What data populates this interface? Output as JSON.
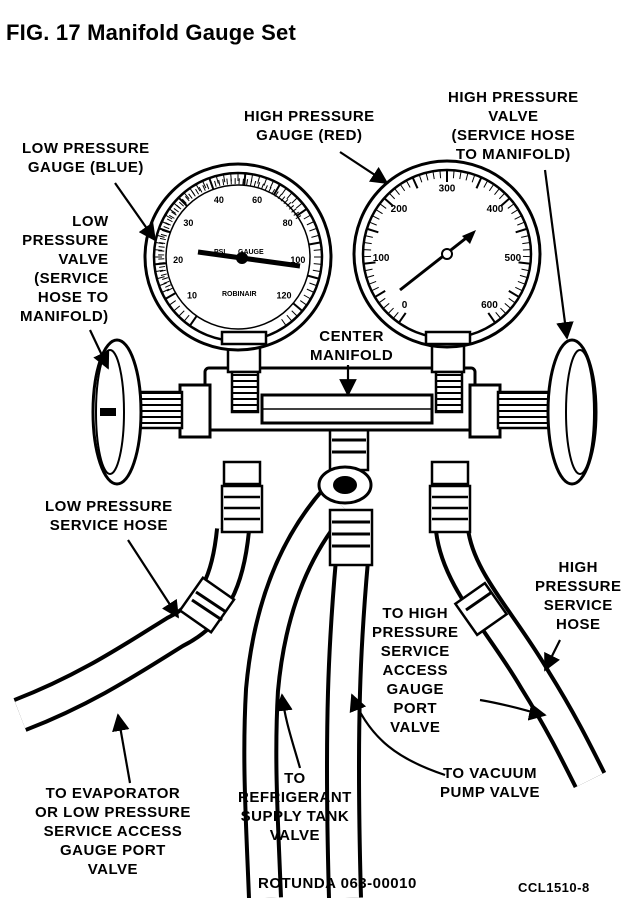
{
  "figure": {
    "title": "FIG. 17 Manifold Gauge Set",
    "part_number": "ROTUNDA 063-00010",
    "code": "CCL1510-8"
  },
  "labels": {
    "low_pressure_gauge": "LOW PRESSURE\nGAUGE (BLUE)",
    "high_pressure_gauge": "HIGH PRESSURE\nGAUGE (RED)",
    "high_pressure_valve": "HIGH PRESSURE\nVALVE\n(SERVICE HOSE\nTO MANIFOLD)",
    "low_pressure_valve": "LOW\nPRESSURE\nVALVE\n(SERVICE\nHOSE TO\nMANIFOLD)",
    "center_manifold": "CENTER\nMANIFOLD",
    "low_pressure_service_hose": "LOW PRESSURE\nSERVICE HOSE",
    "high_pressure_service_hose": "HIGH\nPRESSURE\nSERVICE\nHOSE",
    "to_high_pressure_port": "TO HIGH\nPRESSURE\nSERVICE\nACCESS\nGAUGE\nPORT\nVALVE",
    "to_evaporator": "TO EVAPORATOR\nOR LOW PRESSURE\nSERVICE ACCESS\nGAUGE PORT\nVALVE",
    "to_refrigerant_tank": "TO\nREFRIGERANT\nSUPPLY TANK\nVALVE",
    "to_vacuum_pump": "TO VACUUM\nPUMP VALVE"
  },
  "low_gauge": {
    "scale": [
      "10",
      "20",
      "30",
      "40",
      "60",
      "80",
      "100",
      "120"
    ],
    "face_text": [
      "PSI",
      "GAUGE"
    ],
    "brand": "ROBINAIR"
  },
  "high_gauge": {
    "scale": [
      "0",
      "100",
      "200",
      "300",
      "400",
      "500",
      "600"
    ]
  }
}
